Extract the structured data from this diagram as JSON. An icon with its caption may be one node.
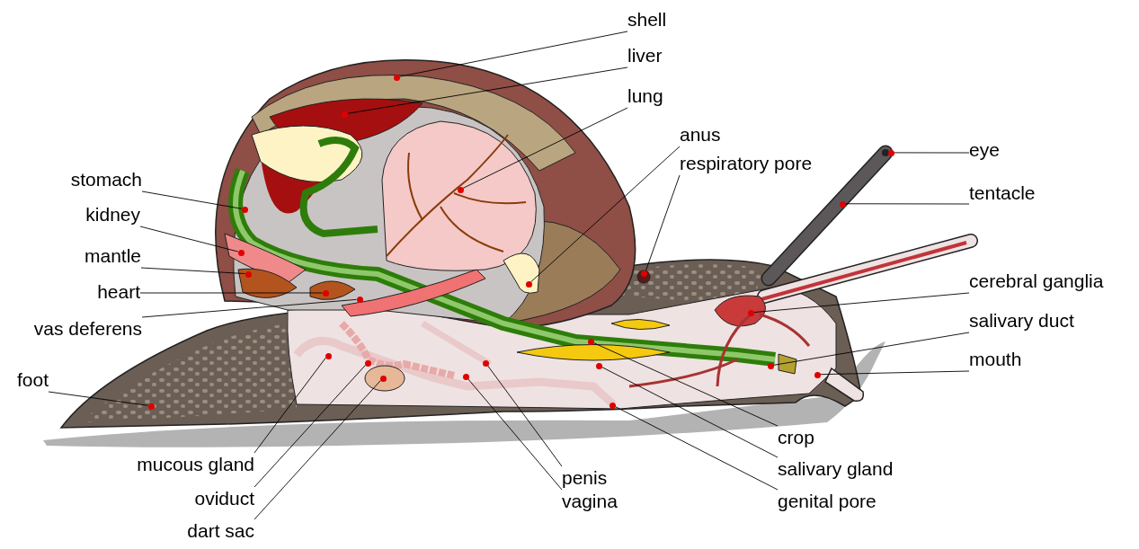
{
  "diagram": {
    "nodes": [
      {
        "text": [
          "shell"
        ]
      },
      {
        "text": [],
        "shape": "circle"
      },
      {
        "text": [
          "liver"
        ]
      },
      {
        "text": [],
        "shape": "circle"
      },
      {
        "text": [
          "lung"
        ]
      },
      {
        "text": [],
        "shape": "circle"
      },
      {
        "text": [
          "anus"
        ]
      },
      {
        "text": [],
        "shape": "circle"
      },
      {
        "text": [
          "respiratory pore"
        ]
      },
      {
        "text": [],
        "shape": "circle"
      },
      {
        "text": [
          "eye"
        ]
      },
      {
        "text": [],
        "shape": "circle"
      },
      {
        "text": [
          "tentacle"
        ]
      },
      {
        "text": [],
        "shape": "circle"
      },
      {
        "text": [
          "cerebral ganglia"
        ]
      },
      {
        "text": [],
        "shape": "circle"
      },
      {
        "text": [
          "salivary duct"
        ]
      },
      {
        "text": [],
        "shape": "circle"
      },
      {
        "text": [
          "mouth"
        ]
      },
      {
        "text": [],
        "shape": "circle"
      },
      {
        "text": [
          "stomach"
        ]
      },
      {
        "text": [],
        "shape": "circle"
      },
      {
        "text": [
          "kidney"
        ]
      },
      {
        "text": [],
        "shape": "circle"
      },
      {
        "text": [
          "mantle"
        ]
      },
      {
        "text": [],
        "shape": "circle"
      },
      {
        "text": [
          "heart"
        ]
      },
      {
        "text": [],
        "shape": "circle"
      },
      {
        "text": [
          "vas deferens"
        ]
      },
      {
        "text": [],
        "shape": "circle"
      },
      {
        "text": [
          "foot"
        ]
      },
      {
        "text": [],
        "shape": "circle"
      },
      {
        "text": [
          "crop"
        ]
      },
      {
        "text": [],
        "shape": "circle"
      },
      {
        "text": [
          "salivary gland"
        ]
      },
      {
        "text": [],
        "shape": "circle"
      },
      {
        "text": [
          "genital pore"
        ]
      },
      {
        "text": [],
        "shape": "circle"
      },
      {
        "text": [
          "mucous gland"
        ]
      },
      {
        "text": [],
        "shape": "circle"
      },
      {
        "text": [
          "oviduct"
        ]
      },
      {
        "text": [],
        "shape": "circle"
      },
      {
        "text": [
          "dart sac"
        ]
      },
      {
        "text": [],
        "shape": "circle"
      },
      {
        "text": [
          "penis"
        ]
      },
      {
        "text": [],
        "shape": "circle"
      },
      {
        "text": [
          "vagina"
        ]
      },
      {
        "text": [],
        "shape": "circle"
      }
    ],
    "edges": [
      {
        "from": 0,
        "to": 1,
        "arrow": "none"
      },
      {
        "from": 2,
        "to": 3,
        "arrow": "none"
      },
      {
        "from": 4,
        "to": 5,
        "arrow": "none"
      },
      {
        "from": 6,
        "to": 7,
        "arrow": "none"
      },
      {
        "from": 8,
        "to": 9,
        "arrow": "none"
      },
      {
        "from": 10,
        "to": 11,
        "arrow": "none"
      },
      {
        "from": 12,
        "to": 13,
        "arrow": "none"
      },
      {
        "from": 14,
        "to": 15,
        "arrow": "none"
      },
      {
        "from": 16,
        "to": 17,
        "arrow": "none"
      },
      {
        "from": 18,
        "to": 19,
        "arrow": "none"
      },
      {
        "from": 20,
        "to": 21,
        "arrow": "none"
      },
      {
        "from": 22,
        "to": 23,
        "arrow": "none"
      },
      {
        "from": 24,
        "to": 25,
        "arrow": "none"
      },
      {
        "from": 26,
        "to": 27,
        "arrow": "none"
      },
      {
        "from": 28,
        "to": 29,
        "arrow": "none"
      },
      {
        "from": 30,
        "to": 31,
        "arrow": "none"
      },
      {
        "from": 32,
        "to": 33,
        "arrow": "none"
      },
      {
        "from": 34,
        "to": 35,
        "arrow": "none"
      },
      {
        "from": 36,
        "to": 37,
        "arrow": "none"
      },
      {
        "from": 38,
        "to": 39,
        "arrow": "none"
      },
      {
        "from": 40,
        "to": 41,
        "arrow": "none"
      },
      {
        "from": 42,
        "to": 43,
        "arrow": "none"
      },
      {
        "from": 44,
        "to": 45,
        "arrow": "none"
      },
      {
        "from": 46,
        "to": 47,
        "arrow": "none"
      }
    ]
  }
}
